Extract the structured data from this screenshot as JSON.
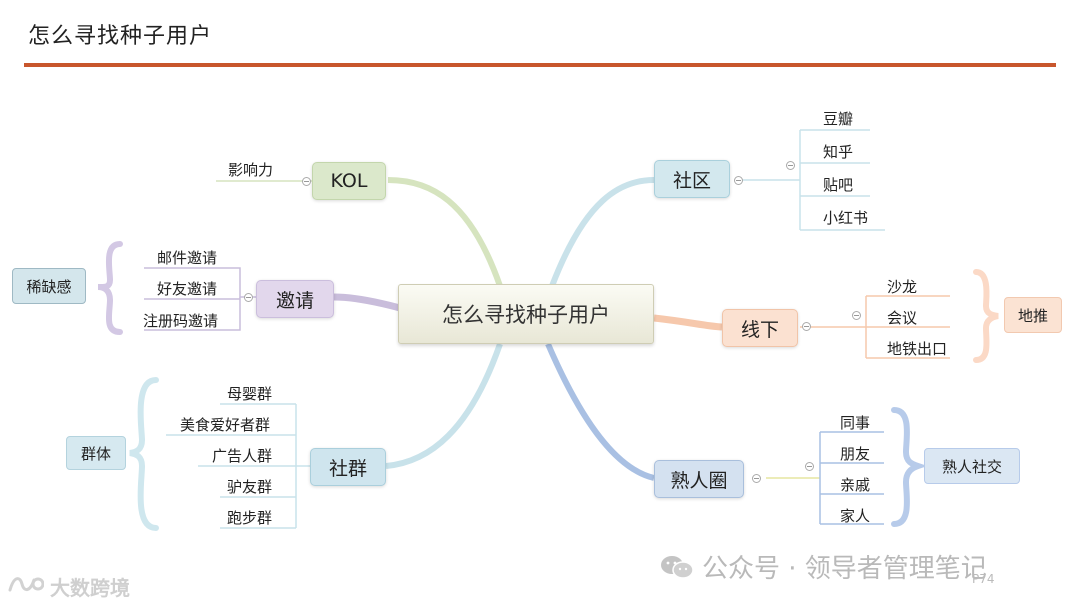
{
  "page": {
    "title": "怎么寻找种子用户",
    "page_number": "P74"
  },
  "center": {
    "label": "怎么寻找种子用户"
  },
  "branches": {
    "kol": {
      "label": "KOL",
      "leaves": [
        "影响力"
      ]
    },
    "invite": {
      "label": "邀请",
      "leaves": [
        "邮件邀请",
        "好友邀请",
        "注册码邀请"
      ],
      "group": "稀缺感"
    },
    "group": {
      "label": "社群",
      "leaves": [
        "母婴群",
        "美食爱好者群",
        "广告人群",
        "驴友群",
        "跑步群"
      ],
      "group": "群体"
    },
    "community": {
      "label": "社区",
      "leaves": [
        "豆瓣",
        "知乎",
        "贴吧",
        "小红书"
      ]
    },
    "offline": {
      "label": "线下",
      "leaves": [
        "沙龙",
        "会议",
        "地铁出口"
      ],
      "group": "地推"
    },
    "acquaint": {
      "label": "熟人圈",
      "leaves": [
        "同事",
        "朋友",
        "亲戚",
        "家人"
      ],
      "group": "熟人社交"
    }
  },
  "colors": {
    "accent_rule": "#c8562c",
    "kol": "#d8e6c8",
    "invite": "#ddd2e8",
    "group": "#cfe7ee",
    "community": "#d3e8ee",
    "offline": "#fbe0cf",
    "acquaint": "#cfdcef"
  },
  "watermark": {
    "text": "公众号 · 领导者管理笔记",
    "icon": "wechat-icon"
  },
  "logo": {
    "text": "大数跨境",
    "icon": "brand-logo-icon"
  }
}
